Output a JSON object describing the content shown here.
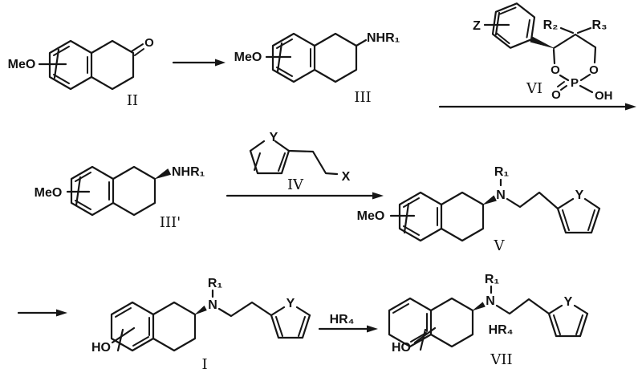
{
  "figure": {
    "title": "chemical-reaction-scheme",
    "compounds": {
      "II": {
        "label": "II",
        "methoxy": "MeO",
        "ketone_oxygen": "O"
      },
      "III": {
        "label": "III",
        "methoxy": "MeO",
        "amine": "NHR₁"
      },
      "VI": {
        "label": "VI",
        "aryl_substituent": "Z",
        "r2": "R₂",
        "r3": "R₃",
        "ring_o_left": "O",
        "ring_o_right": "O",
        "phosphorus": "P",
        "phosphoryl_oxygen": "O",
        "hydroxyl": "OH"
      },
      "III_prime": {
        "label": "III'",
        "methoxy": "MeO",
        "amine": "NHR₁"
      },
      "IV": {
        "label": "IV",
        "heteroatom": "Y",
        "leaving_group": "X"
      },
      "V": {
        "label": "V",
        "methoxy": "MeO",
        "n_substituent": "R₁",
        "nitrogen": "N",
        "heteroatom": "Y"
      },
      "I": {
        "label": "I",
        "hydroxy": "HO",
        "n_substituent": "R₁",
        "nitrogen": "N",
        "heteroatom": "Y"
      },
      "VII": {
        "label": "VII",
        "hydroxy": "HO",
        "n_substituent": "R₁",
        "nitrogen": "N",
        "heteroatom": "Y",
        "acid": "HR₄"
      }
    },
    "arrows": {
      "hr4_reagent": "HR₄"
    },
    "colors": {
      "line": "#161616",
      "background": "#ffffff"
    }
  }
}
